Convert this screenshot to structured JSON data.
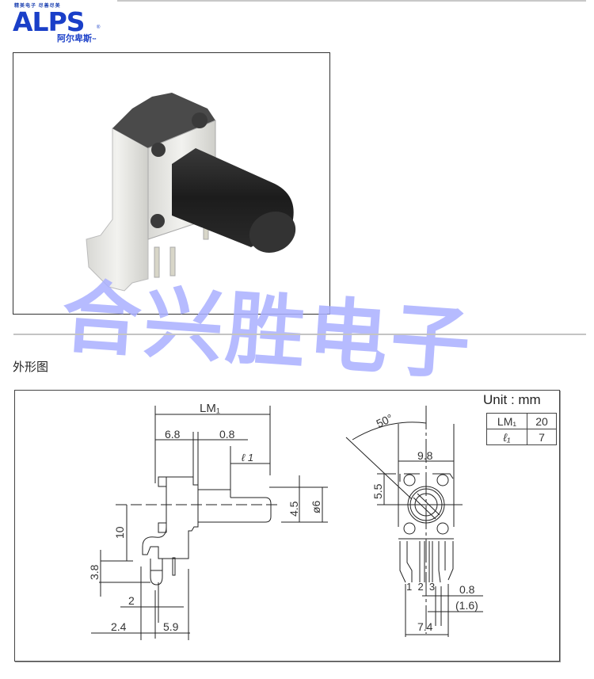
{
  "header": {
    "logo": {
      "tagline": "精美电子 尽善尽美",
      "brand": "ALPS",
      "registered_mark": "®",
      "brand_cn": "阿尔卑斯",
      "trademark": "™",
      "brand_color": "#1a3fc8"
    }
  },
  "product_photo": {
    "alt": "rotary potentiometer with black knurled shaft, right-angle mount",
    "shaft_color": "#2a2a2a",
    "body_color": "#e6e6e2"
  },
  "watermark": {
    "text": "合兴胜电子",
    "color": "#aab0ff"
  },
  "outline_section": {
    "title": "外形图"
  },
  "drawing": {
    "unit_label": "Unit : mm",
    "spec_table": [
      {
        "key": "LM₁",
        "value": "20"
      },
      {
        "key": "ℓ₁",
        "value": "7"
      }
    ],
    "side_view": {
      "dims": {
        "lm1": "LM₁",
        "d68": "6.8",
        "d08_top": "0.8",
        "l1": "ℓ 1",
        "d45": "4.5",
        "dia6": "ø6",
        "d10": "10",
        "d38": "3.8",
        "d2": "2",
        "d24": "2.4",
        "d59": "5.9"
      }
    },
    "front_view": {
      "dims": {
        "angle": "50°",
        "d98": "9.8",
        "d55": "5.5",
        "pins": "1  2  3",
        "d08": "0.8",
        "d16": "(1.6)",
        "d74": "7.4"
      }
    }
  }
}
